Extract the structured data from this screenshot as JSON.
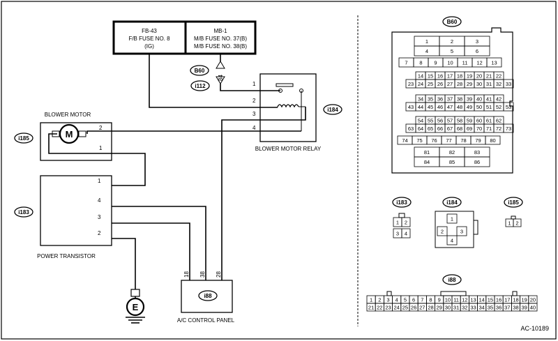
{
  "fuses": {
    "fb43": {
      "name": "FB-43",
      "line1": "F/B FUSE NO. 8",
      "line2": "(IG)"
    },
    "mb1": {
      "name": "MB-1",
      "line1": "M/B FUSE NO. 37(B)",
      "line2": "M/B FUSE NO. 38(B)"
    }
  },
  "connectors": {
    "b60": "B60",
    "i112": "i112",
    "i184": "i184",
    "i185": "i185",
    "i183": "i183",
    "i88": "i88",
    "pin84": "84"
  },
  "components": {
    "blower_motor": "BLOWER MOTOR",
    "motor_symbol": "M",
    "relay": "BLOWER MOTOR RELAY",
    "power_transistor": "POWER TRANSISTOR",
    "ac_panel": "A/C CONTROL PANEL",
    "ground_symbol": "E"
  },
  "pins": {
    "relay": [
      "1",
      "2",
      "3",
      "4"
    ],
    "motor": [
      "2",
      "1"
    ],
    "transistor": [
      "1",
      "4",
      "3",
      "2"
    ],
    "panel": [
      "18",
      "38",
      "28"
    ]
  },
  "b60_grid": {
    "row1": [
      "1",
      "2",
      "3"
    ],
    "row2": [
      "4",
      "5",
      "6"
    ],
    "row3": [
      "7",
      "8",
      "9",
      "10",
      "11",
      "12",
      "13"
    ],
    "row4": [
      "14",
      "15",
      "16",
      "17",
      "18",
      "19",
      "20",
      "21",
      "22"
    ],
    "row5": [
      "23",
      "24",
      "25",
      "26",
      "27",
      "28",
      "29",
      "30",
      "31",
      "32",
      "33"
    ],
    "row6": [
      "34",
      "35",
      "36",
      "37",
      "38",
      "39",
      "40",
      "41",
      "42"
    ],
    "row7": [
      "43",
      "44",
      "45",
      "46",
      "47",
      "48",
      "49",
      "50",
      "51",
      "52",
      "53"
    ],
    "row8": [
      "54",
      "55",
      "56",
      "57",
      "58",
      "59",
      "60",
      "61",
      "62"
    ],
    "row9": [
      "63",
      "64",
      "65",
      "66",
      "67",
      "68",
      "69",
      "70",
      "71",
      "72",
      "73"
    ],
    "row10": [
      "74",
      "75",
      "76",
      "77",
      "78",
      "79",
      "80"
    ],
    "row11": [
      "81",
      "82",
      "83"
    ],
    "row12": [
      "84",
      "85",
      "86"
    ]
  },
  "i183_grid": [
    "1",
    "2",
    "3",
    "4"
  ],
  "i184_grid": [
    "1",
    "2",
    "3",
    "4"
  ],
  "i185_grid": [
    "1",
    "2"
  ],
  "i88_grid": {
    "row1": [
      "1",
      "2",
      "3",
      "4",
      "5",
      "6",
      "7",
      "8",
      "9",
      "10",
      "11",
      "12",
      "13",
      "14",
      "15",
      "16",
      "17",
      "18",
      "19",
      "20"
    ],
    "row2": [
      "21",
      "22",
      "23",
      "24",
      "25",
      "26",
      "27",
      "28",
      "29",
      "30",
      "31",
      "32",
      "33",
      "34",
      "35",
      "36",
      "37",
      "38",
      "39",
      "40"
    ]
  },
  "diagram_code": "AC-10189"
}
